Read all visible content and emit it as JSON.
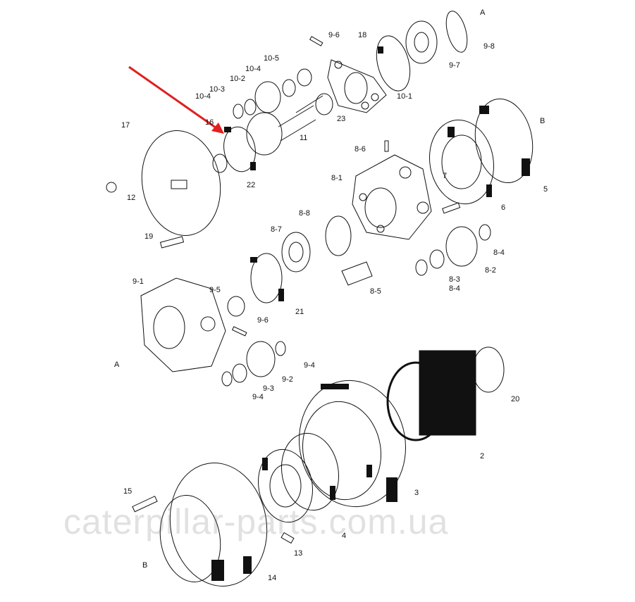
{
  "diagram": {
    "type": "exploded-parts-diagram",
    "highlight_color": "#e02020",
    "highlighted_part": "16",
    "watermark": "caterpillar-parts.com.ua",
    "labels": [
      "A",
      "9-8",
      "9-6",
      "18",
      "9-7",
      "10-5",
      "10-4",
      "10-2",
      "10-3",
      "10-4",
      "10-1",
      "16",
      "23",
      "11",
      "17",
      "22",
      "12",
      "B",
      "8-6",
      "8-1",
      "5",
      "7",
      "6",
      "8-8",
      "8-7",
      "8-4",
      "19",
      "8-2",
      "8-3",
      "8-4",
      "8-5",
      "9-1",
      "9-5",
      "21",
      "9-6",
      "A",
      "9-4",
      "9-2",
      "9-3",
      "9-4",
      "20",
      "2",
      "15",
      "3",
      "4",
      "13",
      "B",
      "14"
    ]
  }
}
